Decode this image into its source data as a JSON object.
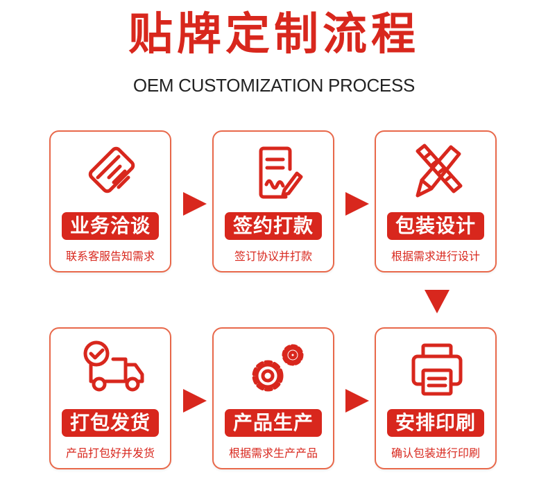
{
  "title": "贴牌定制流程",
  "subtitle": "OEM CUSTOMIZATION PROCESS",
  "colors": {
    "accent": "#d8271d",
    "card_border": "#e8684a"
  },
  "steps": [
    {
      "label": "业务洽谈",
      "desc": "联系客服告知需求",
      "icon": "handshake-icon"
    },
    {
      "label": "签约打款",
      "desc": "签订协议并打款",
      "icon": "contract-sign-icon"
    },
    {
      "label": "包装设计",
      "desc": "根据需求进行设计",
      "icon": "pencil-ruler-icon"
    },
    {
      "label": "安排印刷",
      "desc": "确认包装进行印刷",
      "icon": "printer-icon"
    },
    {
      "label": "产品生产",
      "desc": "根据需求生产产品",
      "icon": "gears-icon"
    },
    {
      "label": "打包发货",
      "desc": "产品打包好并发货",
      "icon": "delivery-truck-icon"
    }
  ]
}
